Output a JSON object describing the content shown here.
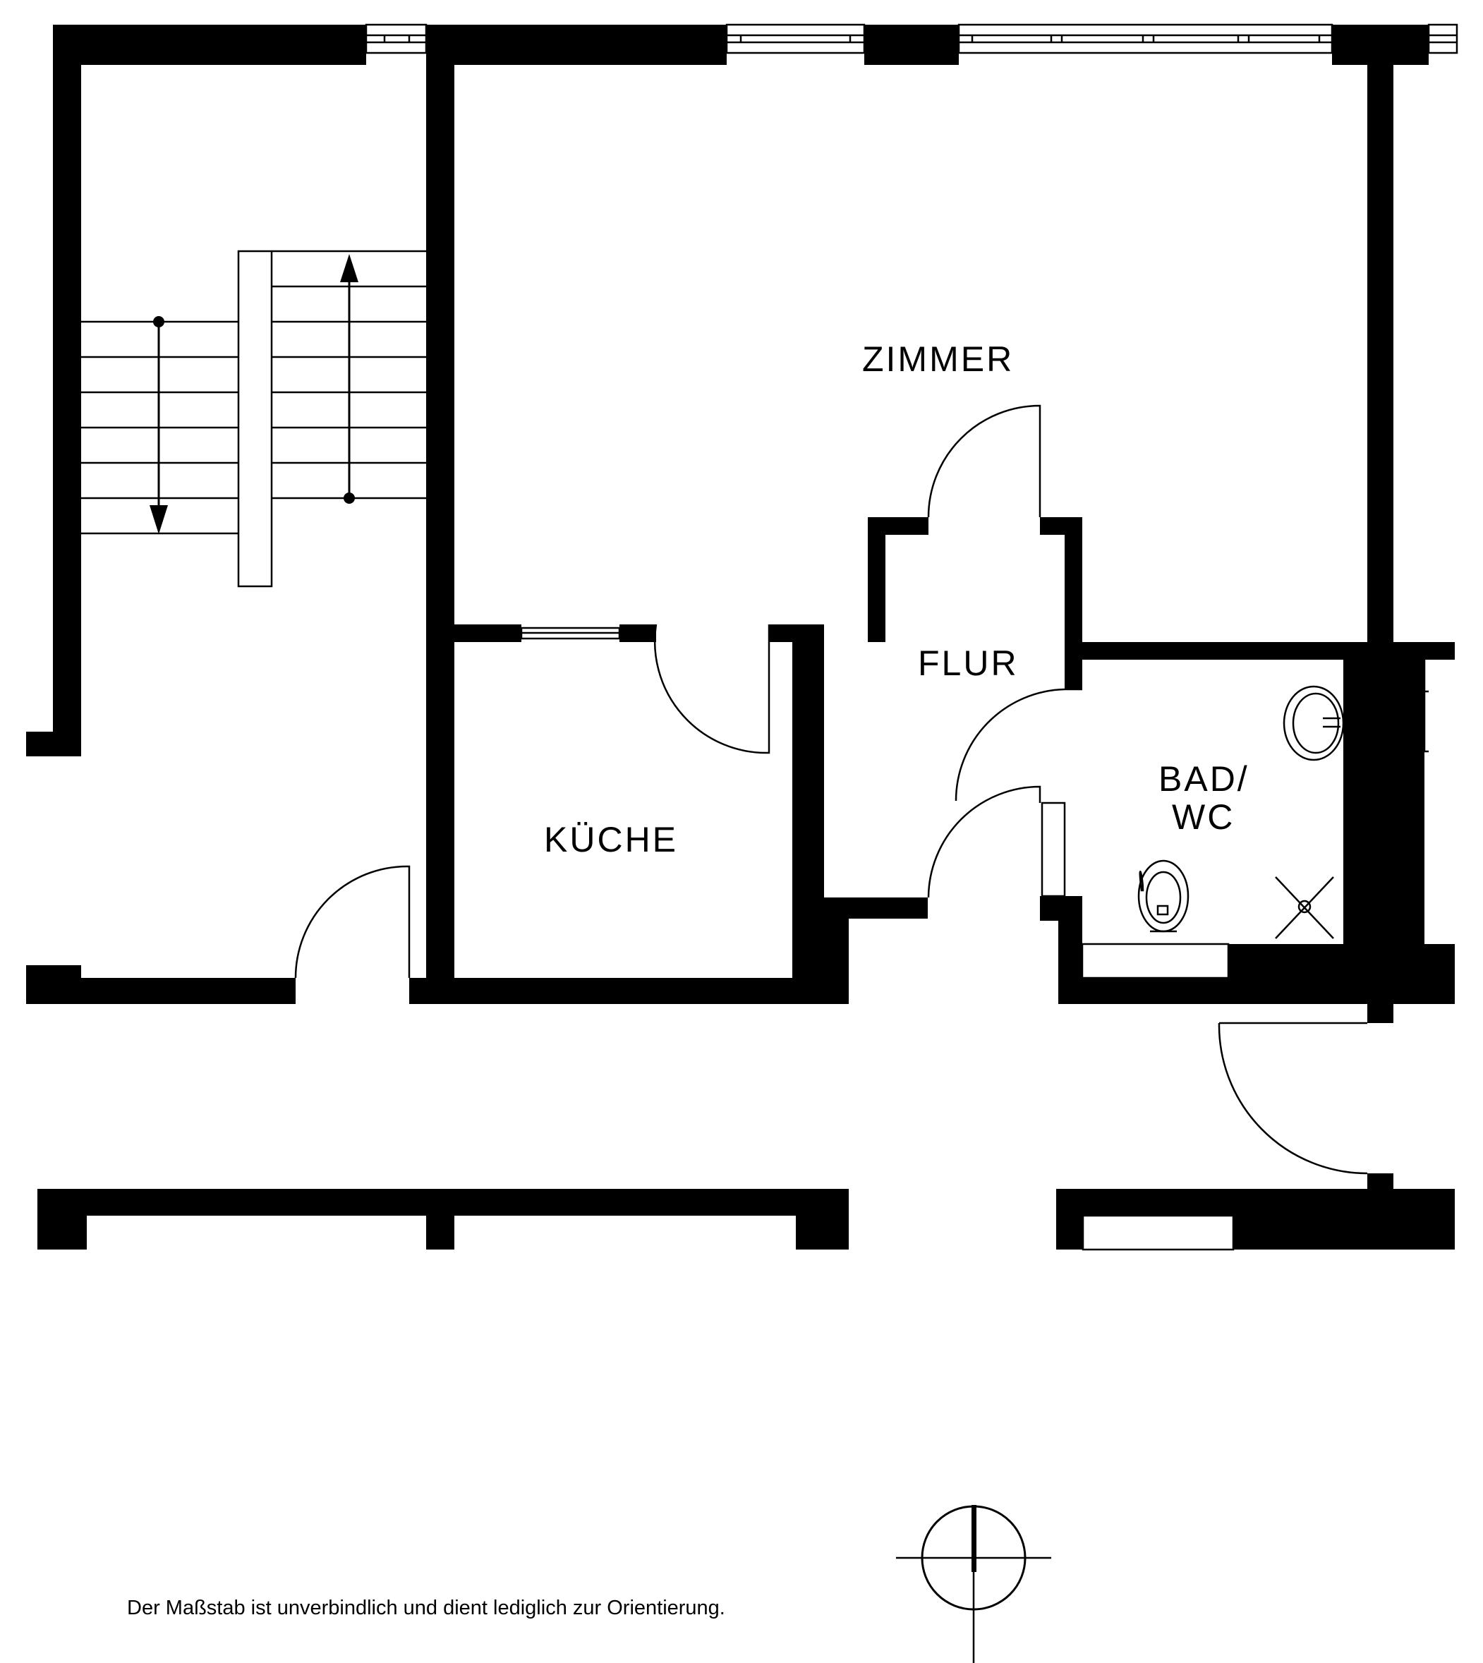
{
  "rooms": {
    "zimmer": "ZIMMER",
    "flur": "FLUR",
    "kueche": "KÜCHE",
    "bad_line1": "BAD/",
    "bad_line2": "WC"
  },
  "footer": {
    "disclaimer": "Der Maßstab ist unverbindlich und dient lediglich zur Orientierung."
  },
  "symbols": {
    "north_arrow": "north-arrow-icon",
    "stair_arrows": "stair-direction-arrows",
    "sink": "sink-icon",
    "toilet": "toilet-icon",
    "shower": "shower-icon"
  },
  "colors": {
    "wall": "#000000",
    "background": "#ffffff"
  }
}
